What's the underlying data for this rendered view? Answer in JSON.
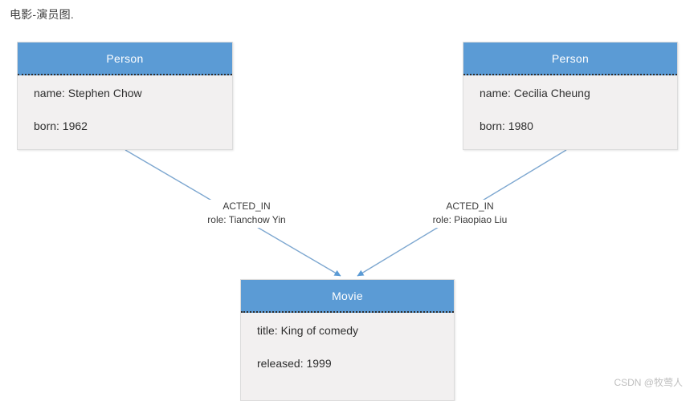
{
  "title": "电影-演员图.",
  "colors": {
    "node_header_bg": "#5b9bd5",
    "node_body_bg": "#f2f0f0",
    "edge_stroke": "#7da7d0",
    "text": "#2f2f2f",
    "watermark": "#bfbfbf"
  },
  "nodes": {
    "person_left": {
      "label": "Person",
      "properties": [
        "name: Stephen Chow",
        "born: 1962"
      ]
    },
    "person_right": {
      "label": "Person",
      "properties": [
        "name: Cecilia Cheung",
        "born: 1980"
      ]
    },
    "movie": {
      "label": "Movie",
      "properties": [
        "title: King of comedy",
        "released: 1999"
      ]
    }
  },
  "edges": [
    {
      "id": "left-acted-in",
      "type": "ACTED_IN",
      "property": "role: Tianchow Yin",
      "from": "person_left",
      "to": "movie"
    },
    {
      "id": "right-acted-in",
      "type": "ACTED_IN",
      "property": "role: Piaopiao Liu",
      "from": "person_right",
      "to": "movie"
    }
  ],
  "watermark": "CSDN @牧莺人"
}
